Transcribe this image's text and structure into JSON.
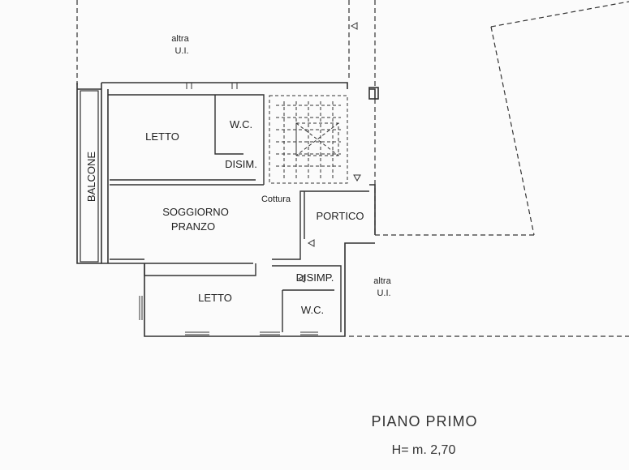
{
  "rooms": {
    "altra_top": [
      "altra",
      "U.I."
    ],
    "letto_1": "LETTO",
    "wc_1": "W.C.",
    "disim": "DISIM.",
    "balcone": "BALCONE",
    "soggiorno": [
      "SOGGIORNO",
      "PRANZO"
    ],
    "cottura": "Cottura",
    "portico": "PORTICO",
    "disimp": "DISIMP.",
    "altra_right": [
      "altra",
      "U.I."
    ],
    "letto_2": "LETTO",
    "wc_2": "W.C."
  },
  "footer": {
    "floor_name": "PIANO PRIMO",
    "height": "H= m. 2,70"
  }
}
